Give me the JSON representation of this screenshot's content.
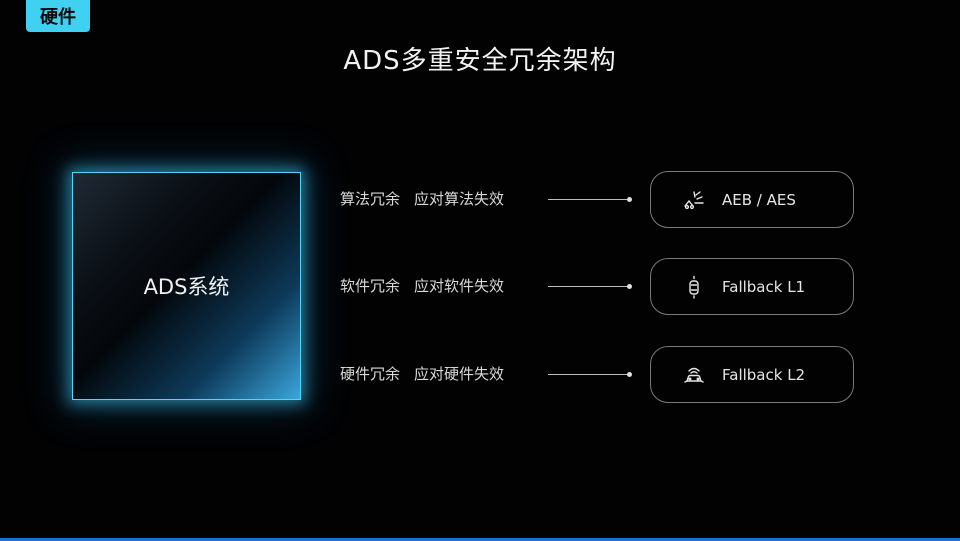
{
  "tag": {
    "label": "硬件"
  },
  "title": "ADS多重安全冗余架构",
  "chip": {
    "label": "ADS系统"
  },
  "rows": [
    {
      "redundancy": "算法冗余",
      "target": "应对算法失效",
      "result": "AEB / AES",
      "icon": "collision-avoidance-icon"
    },
    {
      "redundancy": "软件冗余",
      "target": "应对软件失效",
      "result": "Fallback L1",
      "icon": "car-lane-icon"
    },
    {
      "redundancy": "硬件冗余",
      "target": "应对硬件失效",
      "result": "Fallback L2",
      "icon": "car-sensor-icon"
    }
  ],
  "colors": {
    "accent": "#3fd0f2",
    "glow": "#3aa6dd",
    "background": "#020203"
  }
}
